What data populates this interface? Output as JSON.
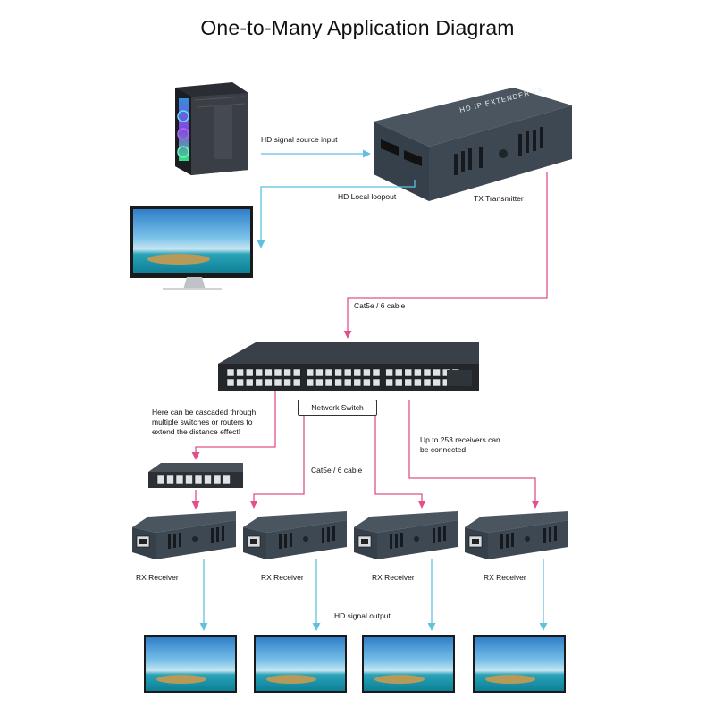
{
  "title": "One-to-Many Application Diagram",
  "colors": {
    "hdmi_line": "#5fc0e0",
    "cat_line": "#e0508c",
    "device_body": "#3c4650",
    "switch_body": "#2f343a"
  },
  "labels": {
    "hd_source_input": "HD signal source input",
    "hd_local_loopout": "HD Local loopout",
    "tx_transmitter": "TX Transmitter",
    "cat_cable_top": "Cat5e / 6 cable",
    "network_switch": "Network Switch",
    "cascade_note": "Here can be cascaded through multiple switches or routers to extend the distance effect!",
    "up_to_receivers": "Up to 253 receivers can be connected",
    "cat_cable_mid": "Cat5e / 6 cable",
    "hd_signal_output": "HD signal output"
  },
  "tx_device_text": "HD IP EXTENDER TX",
  "receivers": [
    {
      "label": "RX Receiver"
    },
    {
      "label": "RX Receiver"
    },
    {
      "label": "RX Receiver"
    },
    {
      "label": "RX Receiver"
    }
  ]
}
